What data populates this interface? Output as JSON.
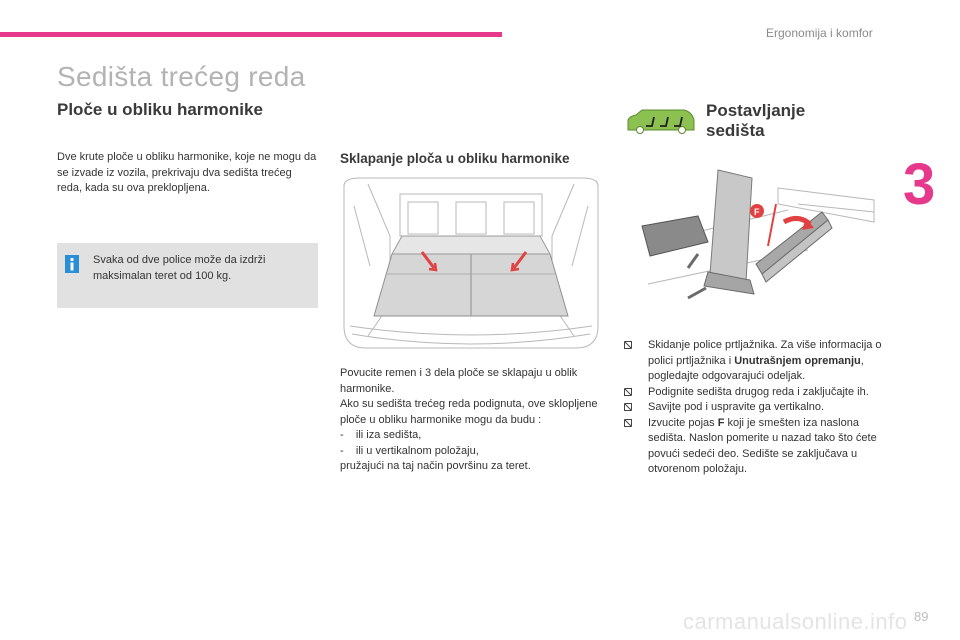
{
  "header": {
    "section_name": "Ergonomija i komfor",
    "chapter_number": "3",
    "accent_color": "#e6398b"
  },
  "page_title": "Sedišta trećeg reda",
  "left_column": {
    "subtitle": "Ploče u obliku harmonike",
    "intro": "Dve krute ploče u obliku harmonike, koje ne mogu da se izvade iz vozila, prekrivaju dva sedišta trećeg reda, kada su ova preklopljena.",
    "info_icon": "info-icon",
    "info_text": "Svaka od dve police može da izdrži maksimalan teret od 100 kg."
  },
  "middle_column": {
    "subtitle": "Sklapanje ploča u obliku harmonike",
    "lines": [
      "Povucite remen i 3 dela ploče se sklapaju u oblik harmonike.",
      "Ako su sedišta trećeg reda podignuta, ove sklopljene ploče u obliku harmonike mogu da budu :"
    ],
    "dash_items": [
      "-    ili iza sedišta,",
      "-    ili u vertikalnom položaju,"
    ],
    "closing": "pružajući na taj način površinu za teret."
  },
  "right_column": {
    "title": "Postavljanje sedišta",
    "car_icon": "car-seats-icon",
    "illustration_label": "F",
    "steps": [
      {
        "before": "Skidanje police prtljažnika. Za više informacija o polici prtljažnika i ",
        "bold": "Unutrašnjem opremanju",
        "after": ", pogledajte odgovarajući odeljak."
      },
      {
        "before": "Podignite sedišta drugog reda i zaključajte ih.",
        "bold": "",
        "after": ""
      },
      {
        "before": "Savijte pod i uspravite ga vertikalno.",
        "bold": "",
        "after": ""
      },
      {
        "before": "Izvucite pojas ",
        "bold": "F",
        "after": " koji je smešten iza naslona sedišta. Naslon pomerite u nazad tako što ćete povući sedeći deo. Sedište se zaključava u otvorenom položaju."
      }
    ]
  },
  "footer": {
    "page_number": "89",
    "watermark": "carmanualsonline.info"
  }
}
